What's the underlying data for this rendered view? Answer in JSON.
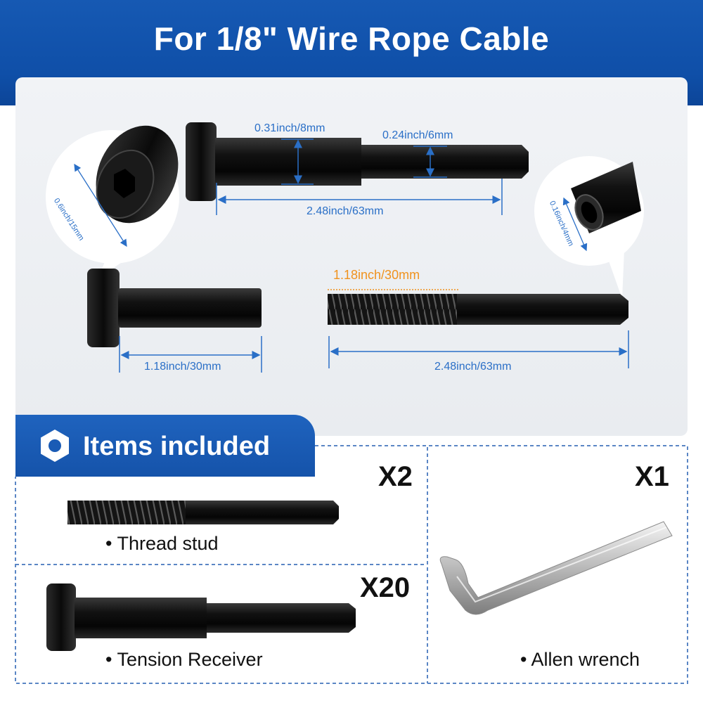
{
  "header": {
    "title": "For 1/8\" Wire Rope Cable"
  },
  "dimensions": {
    "receiver_head_dia": "0.31inch/8mm",
    "receiver_tip_dia": "0.24inch/6mm",
    "receiver_length": "2.48inch/63mm",
    "head_size": "0.6inch/15mm",
    "hole_size": "0.16inch/4mm",
    "short_bolt_length": "1.18inch/30mm",
    "thread_length": "1.18inch/30mm",
    "stud_length": "2.48inch/63mm"
  },
  "items": {
    "heading": "Items included",
    "thread_stud": {
      "count": "X2",
      "label": "• Thread stud"
    },
    "tension_receiver": {
      "count": "X20",
      "label": "• Tension Receiver"
    },
    "allen_wrench": {
      "count": "X1",
      "label": "• Allen wrench"
    }
  },
  "colors": {
    "brand_blue": "#1659b3",
    "dimension_blue": "#2a6fc7",
    "accent_orange": "#f0921e",
    "dashed_border": "#5b86c5"
  }
}
